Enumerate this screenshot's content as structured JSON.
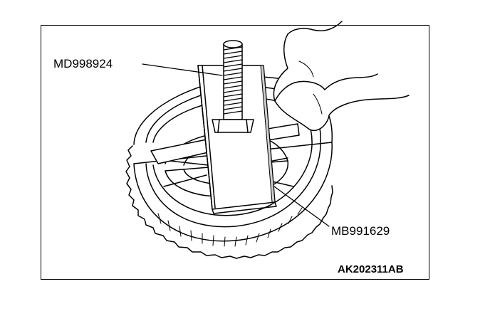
{
  "callouts": {
    "tool_top": "MD998924",
    "tool_bottom": "MB991629"
  },
  "figure": {
    "code": "AK202311AB"
  },
  "colors": {
    "line": "#000000",
    "background": "#ffffff",
    "shade": "#cfcfcf"
  }
}
